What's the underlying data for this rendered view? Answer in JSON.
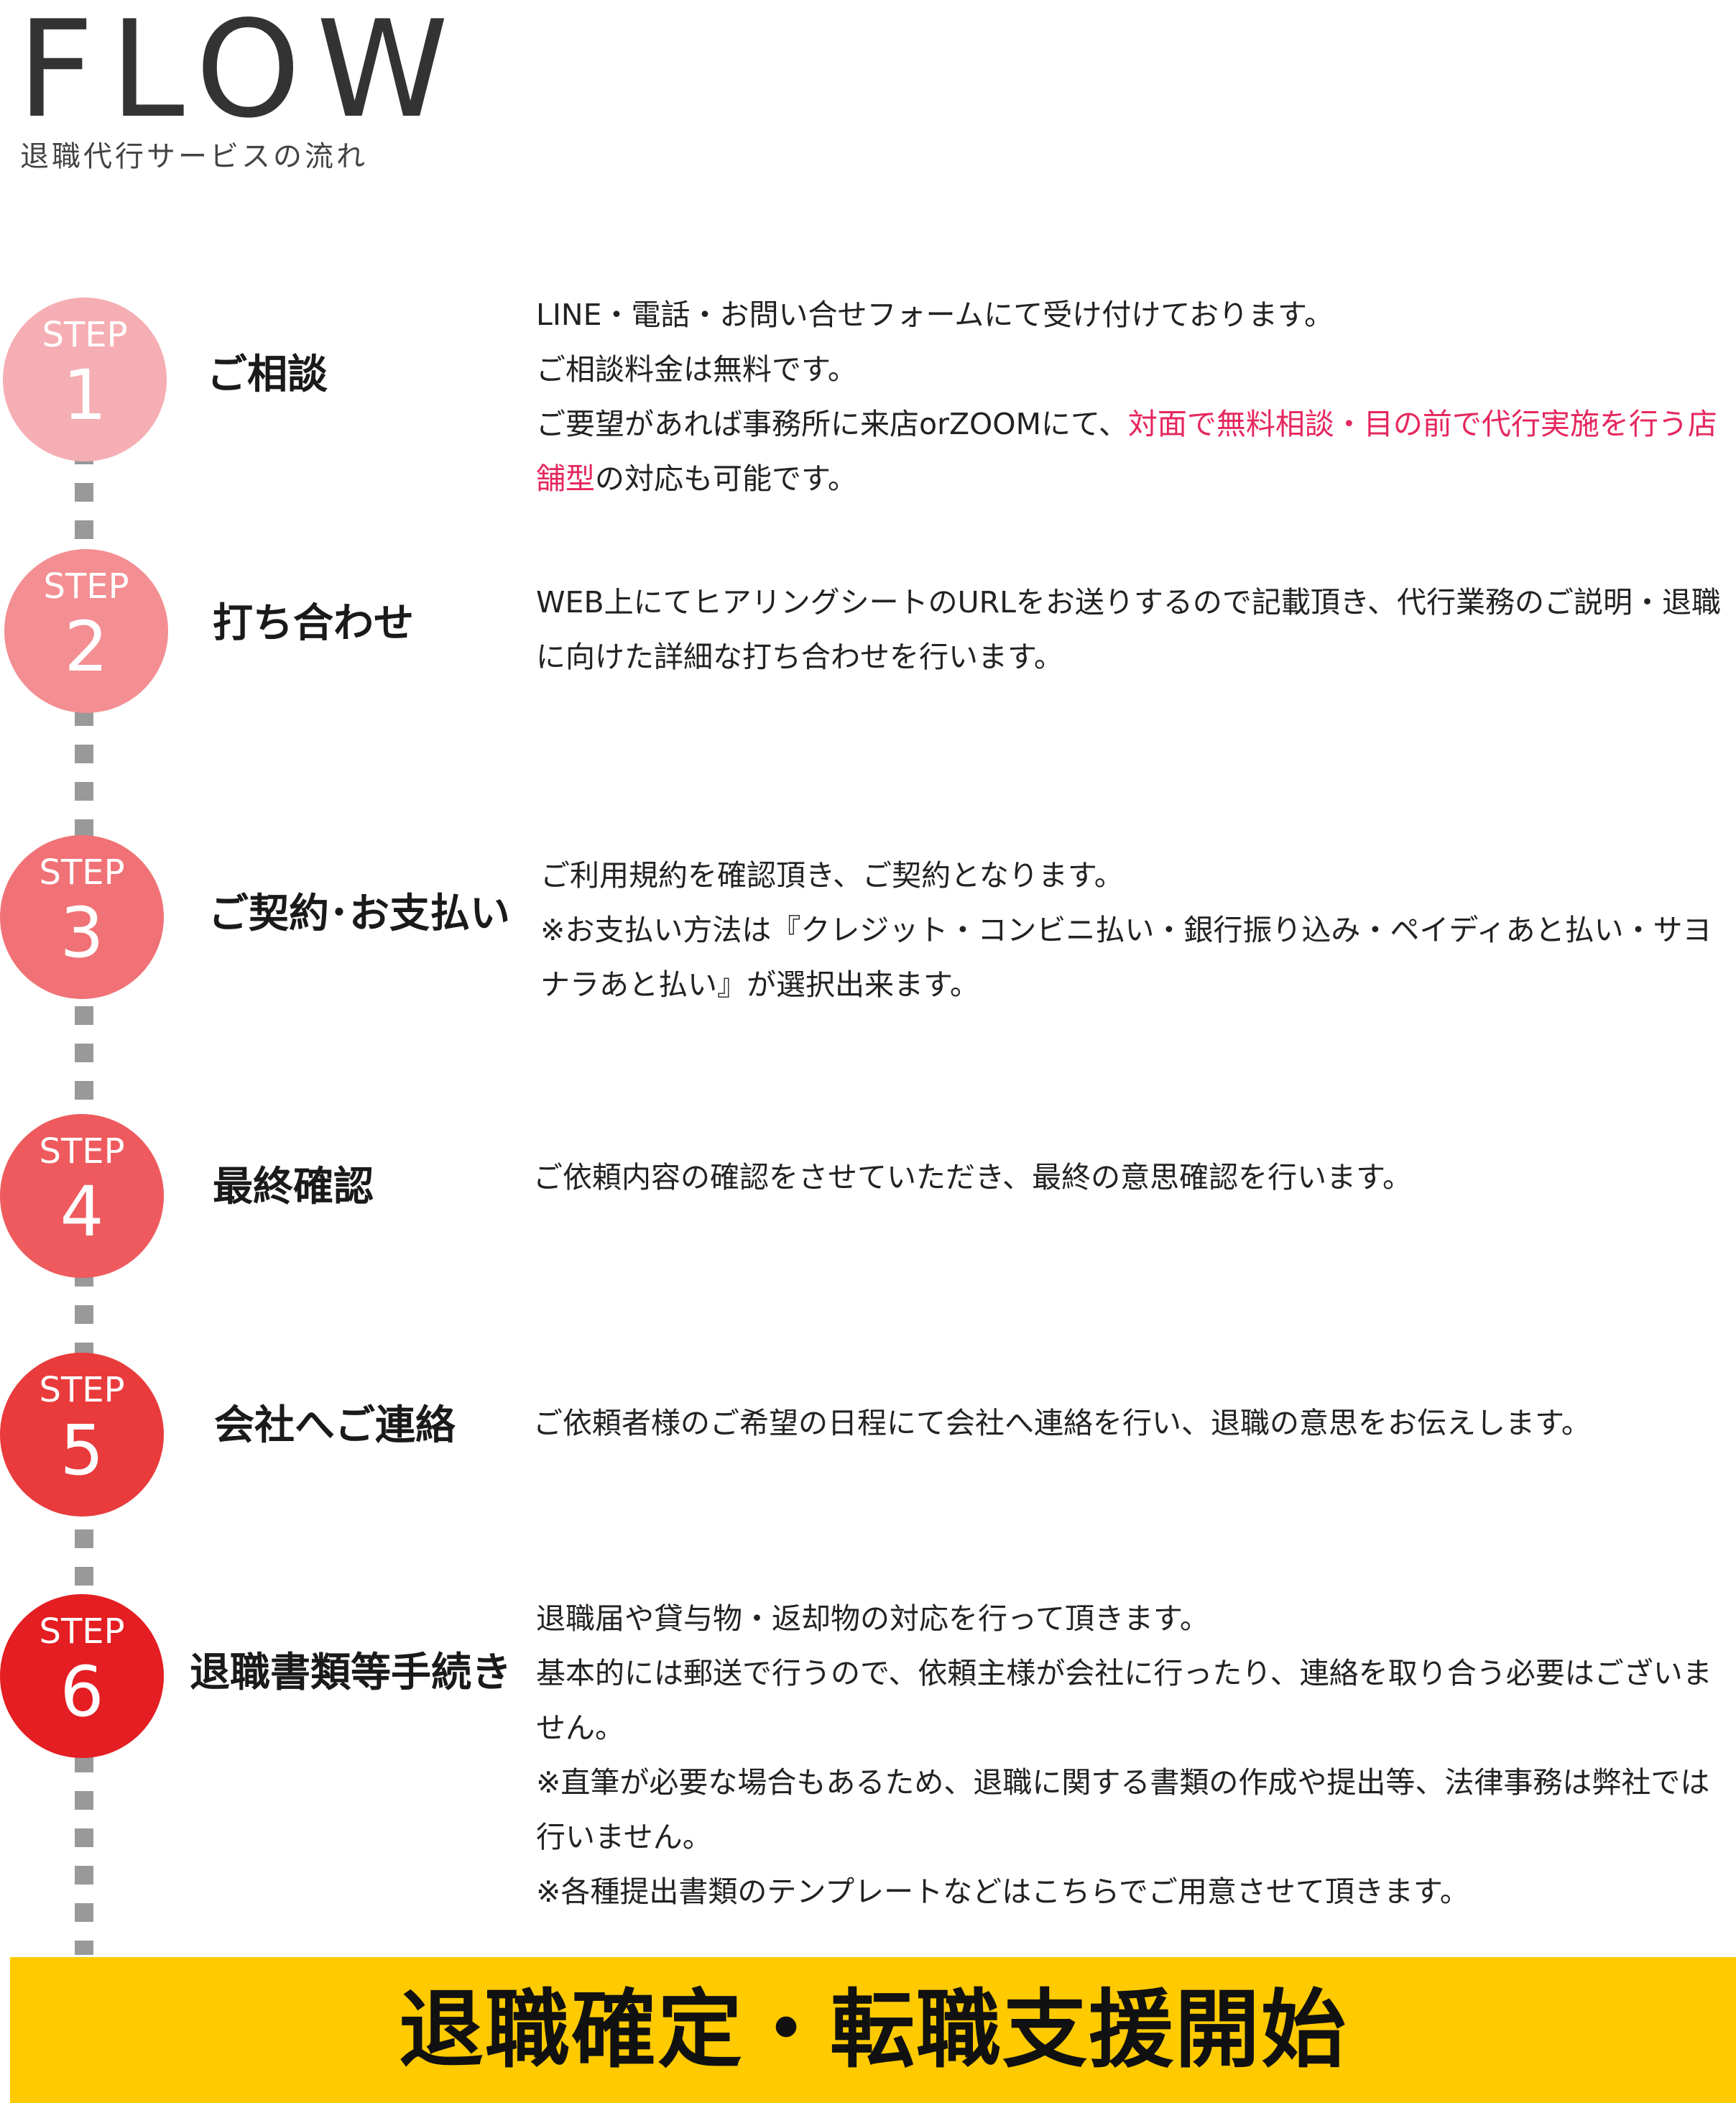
{
  "header": {
    "title": "FLOW",
    "subtitle": "退職代行サービスの流れ"
  },
  "colors": {
    "step1": "#f5aeb3",
    "step2": "#f38e92",
    "step3": "#f07276",
    "step4": "#ee5a5d",
    "step5": "#e93b3c",
    "step6": "#e41e22",
    "highlight": "#e5275e",
    "banner": "#ffca00",
    "timeline": "#999999"
  },
  "steps": [
    {
      "label": "STEP",
      "number": "1",
      "title": "ご相談",
      "lines": [
        "LINE・電話・お問い合せフォームにて受け付けております。",
        "ご相談料金は無料です。"
      ],
      "rich": {
        "before": "ご要望があれば事務所に来店orZOOMにて、",
        "highlight": "対面で無料相談・目の前で代行実施を行う店舗型",
        "after": "の対応も可能です。"
      }
    },
    {
      "label": "STEP",
      "number": "2",
      "title": "打ち合わせ",
      "lines": [
        "WEB上にてヒアリングシートのURLをお送りするので記載頂き、代行業務のご説明・退職に向けた詳細な打ち合わせを行います。"
      ]
    },
    {
      "label": "STEP",
      "number": "3",
      "title": "ご契約･お支払い",
      "lines": [
        "ご利用規約を確認頂き、ご契約となります。",
        "※お支払い方法は『クレジット・コンビニ払い・銀行振り込み・ペイディあと払い・サヨナラあと払い』が選択出来ます。"
      ]
    },
    {
      "label": "STEP",
      "number": "4",
      "title": "最終確認",
      "lines": [
        "ご依頼内容の確認をさせていただき、最終の意思確認を行います。"
      ]
    },
    {
      "label": "STEP",
      "number": "5",
      "title": "会社へご連絡",
      "lines": [
        "ご依頼者様のご希望の日程にて会社へ連絡を行い、退職の意思をお伝えします。"
      ]
    },
    {
      "label": "STEP",
      "number": "6",
      "title": "退職書類等手続き",
      "lines": [
        "退職届や貸与物・返却物の対応を行って頂きます。",
        "基本的には郵送で行うので、依頼主様が会社に行ったり、連絡を取り合う必要はございません。",
        "※直筆が必要な場合もあるため、退職に関する書類の作成や提出等、法律事務は弊社では行いません。",
        "※各種提出書類のテンプレートなどはこちらでご用意させて頂きます。"
      ]
    }
  ],
  "banner": {
    "text": "退職確定・転職支援開始"
  }
}
